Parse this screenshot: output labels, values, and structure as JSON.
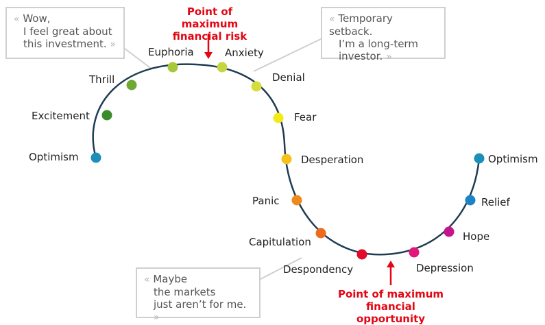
{
  "stages": [
    {
      "name": "Optimism",
      "color": "#1b8fb8"
    },
    {
      "name": "Excitement",
      "color": "#3a8b2b"
    },
    {
      "name": "Thrill",
      "color": "#6fa832"
    },
    {
      "name": "Euphoria",
      "color": "#a8c83a"
    },
    {
      "name": "Anxiety",
      "color": "#c5d640"
    },
    {
      "name": "Denial",
      "color": "#d6dc3a"
    },
    {
      "name": "Fear",
      "color": "#f3ea1a"
    },
    {
      "name": "Desperation",
      "color": "#f4c21a"
    },
    {
      "name": "Panic",
      "color": "#f0891c"
    },
    {
      "name": "Capitulation",
      "color": "#ec6b1c"
    },
    {
      "name": "Despondency",
      "color": "#e30a2a"
    },
    {
      "name": "Depression",
      "color": "#e3167a"
    },
    {
      "name": "Hope",
      "color": "#c5148c"
    },
    {
      "name": "Relief",
      "color": "#1a84c8"
    },
    {
      "name": "Optimism",
      "color": "#1b8fb8"
    }
  ],
  "annotations": {
    "risk_line1": "Point of maximum",
    "risk_line2": "financial risk",
    "opportunity_line1": "Point of maximum",
    "opportunity_line2": "financial opportunity",
    "accent_color": "#e30613"
  },
  "bubbles": {
    "euphoria": {
      "line1": "Wow,",
      "line2": "I feel great about",
      "line3": "this investment."
    },
    "anxiety": {
      "line1": "Temporary setback.",
      "line2": "I’m a long-term",
      "line3": "investor."
    },
    "despondency": {
      "line1": "Maybe",
      "line2": "the markets",
      "line3": "just aren’t for me."
    }
  }
}
